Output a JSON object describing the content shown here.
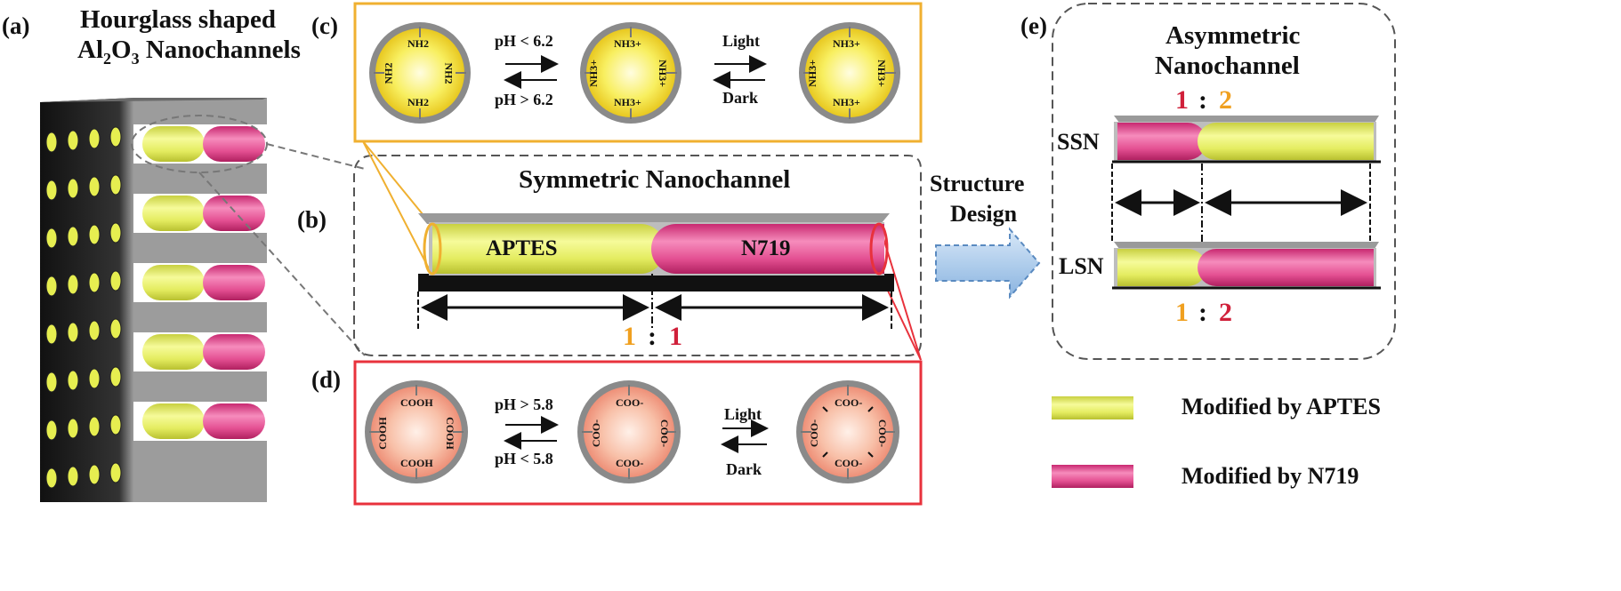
{
  "labels": {
    "a": "(a)",
    "b": "(b)",
    "c": "(c)",
    "d": "(d)",
    "e": "(e)"
  },
  "panel_a": {
    "title_line1": "Hourglass shaped",
    "title_line2_pre": "Al",
    "title_sub1": "2",
    "title_mid": "O",
    "title_sub2": "3",
    "title_post": " Nanochannels"
  },
  "panel_b": {
    "title": "Symmetric Nanochannel",
    "left_label": "APTES",
    "right_label": "N719",
    "ratio_left": "1",
    "ratio_sep": ":",
    "ratio_right": "1"
  },
  "panel_c": {
    "arrow1_top": "pH < 6.2",
    "arrow1_bottom": "pH > 6.2",
    "arrow2_top": "Light",
    "arrow2_bottom": "Dark",
    "group1": "NH2",
    "group2": "NH3+"
  },
  "panel_d": {
    "arrow1_top": "pH > 5.8",
    "arrow1_bottom": "pH < 5.8",
    "arrow2_top": "Light",
    "arrow2_bottom": "Dark",
    "group1": "COOH",
    "group2": "COO-"
  },
  "structure_design": {
    "line1": "Structure",
    "line2": "Design"
  },
  "panel_e": {
    "title_line1": "Asymmetric",
    "title_line2": "Nanochannel",
    "top_ratio_left": "1",
    "top_ratio_sep": ":",
    "top_ratio_right": "2",
    "ssn": "SSN",
    "lsn": "LSN",
    "bottom_ratio_left": "1",
    "bottom_ratio_sep": ":",
    "bottom_ratio_right": "2"
  },
  "legend": {
    "aptes": "Modified by APTES",
    "n719": "Modified by N719"
  },
  "colors": {
    "aptes": "#e8f06a",
    "n719": "#ea4f95",
    "orange_frame": "#f0b030",
    "red_frame": "#e8323c",
    "grey": "#8a8a8a"
  }
}
